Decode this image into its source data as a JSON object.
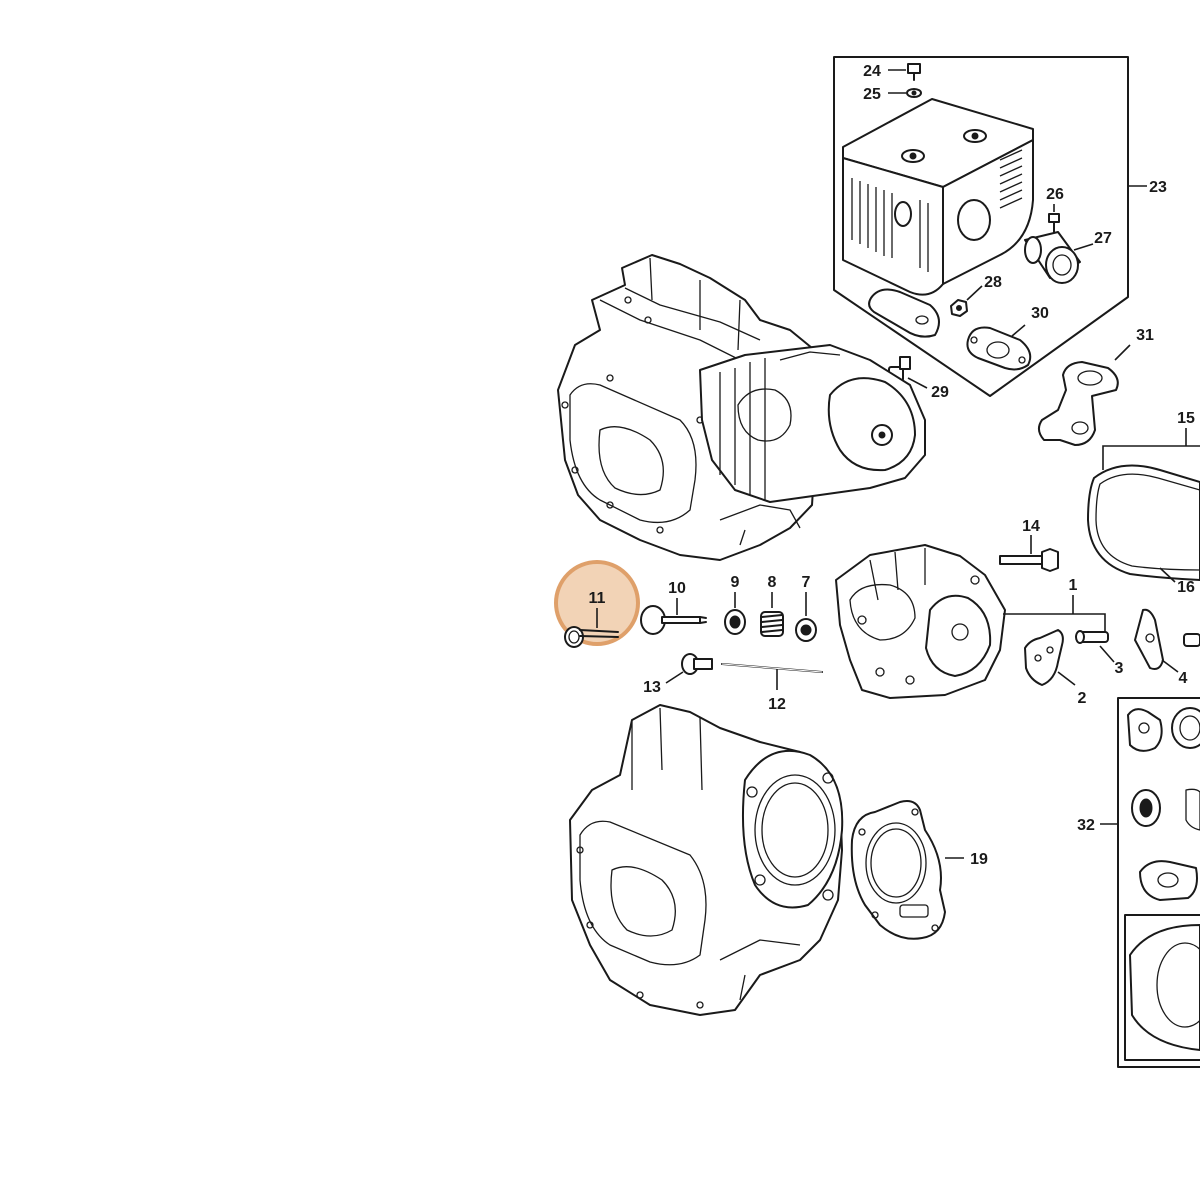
{
  "diagram": {
    "highlight": {
      "label": "11",
      "color": "#dfa06a",
      "fill": "#f0cba9"
    },
    "callouts": {
      "c1": "1",
      "c2": "2",
      "c3": "3",
      "c4": "4",
      "c7": "7",
      "c8": "8",
      "c9": "9",
      "c10": "10",
      "c12": "12",
      "c13": "13",
      "c14": "14",
      "c15": "15",
      "c16": "16",
      "c19": "19",
      "c23": "23",
      "c24": "24",
      "c25": "25",
      "c26": "26",
      "c27": "27",
      "c28": "28",
      "c29": "29",
      "c30": "30",
      "c31": "31",
      "c32": "32"
    }
  }
}
